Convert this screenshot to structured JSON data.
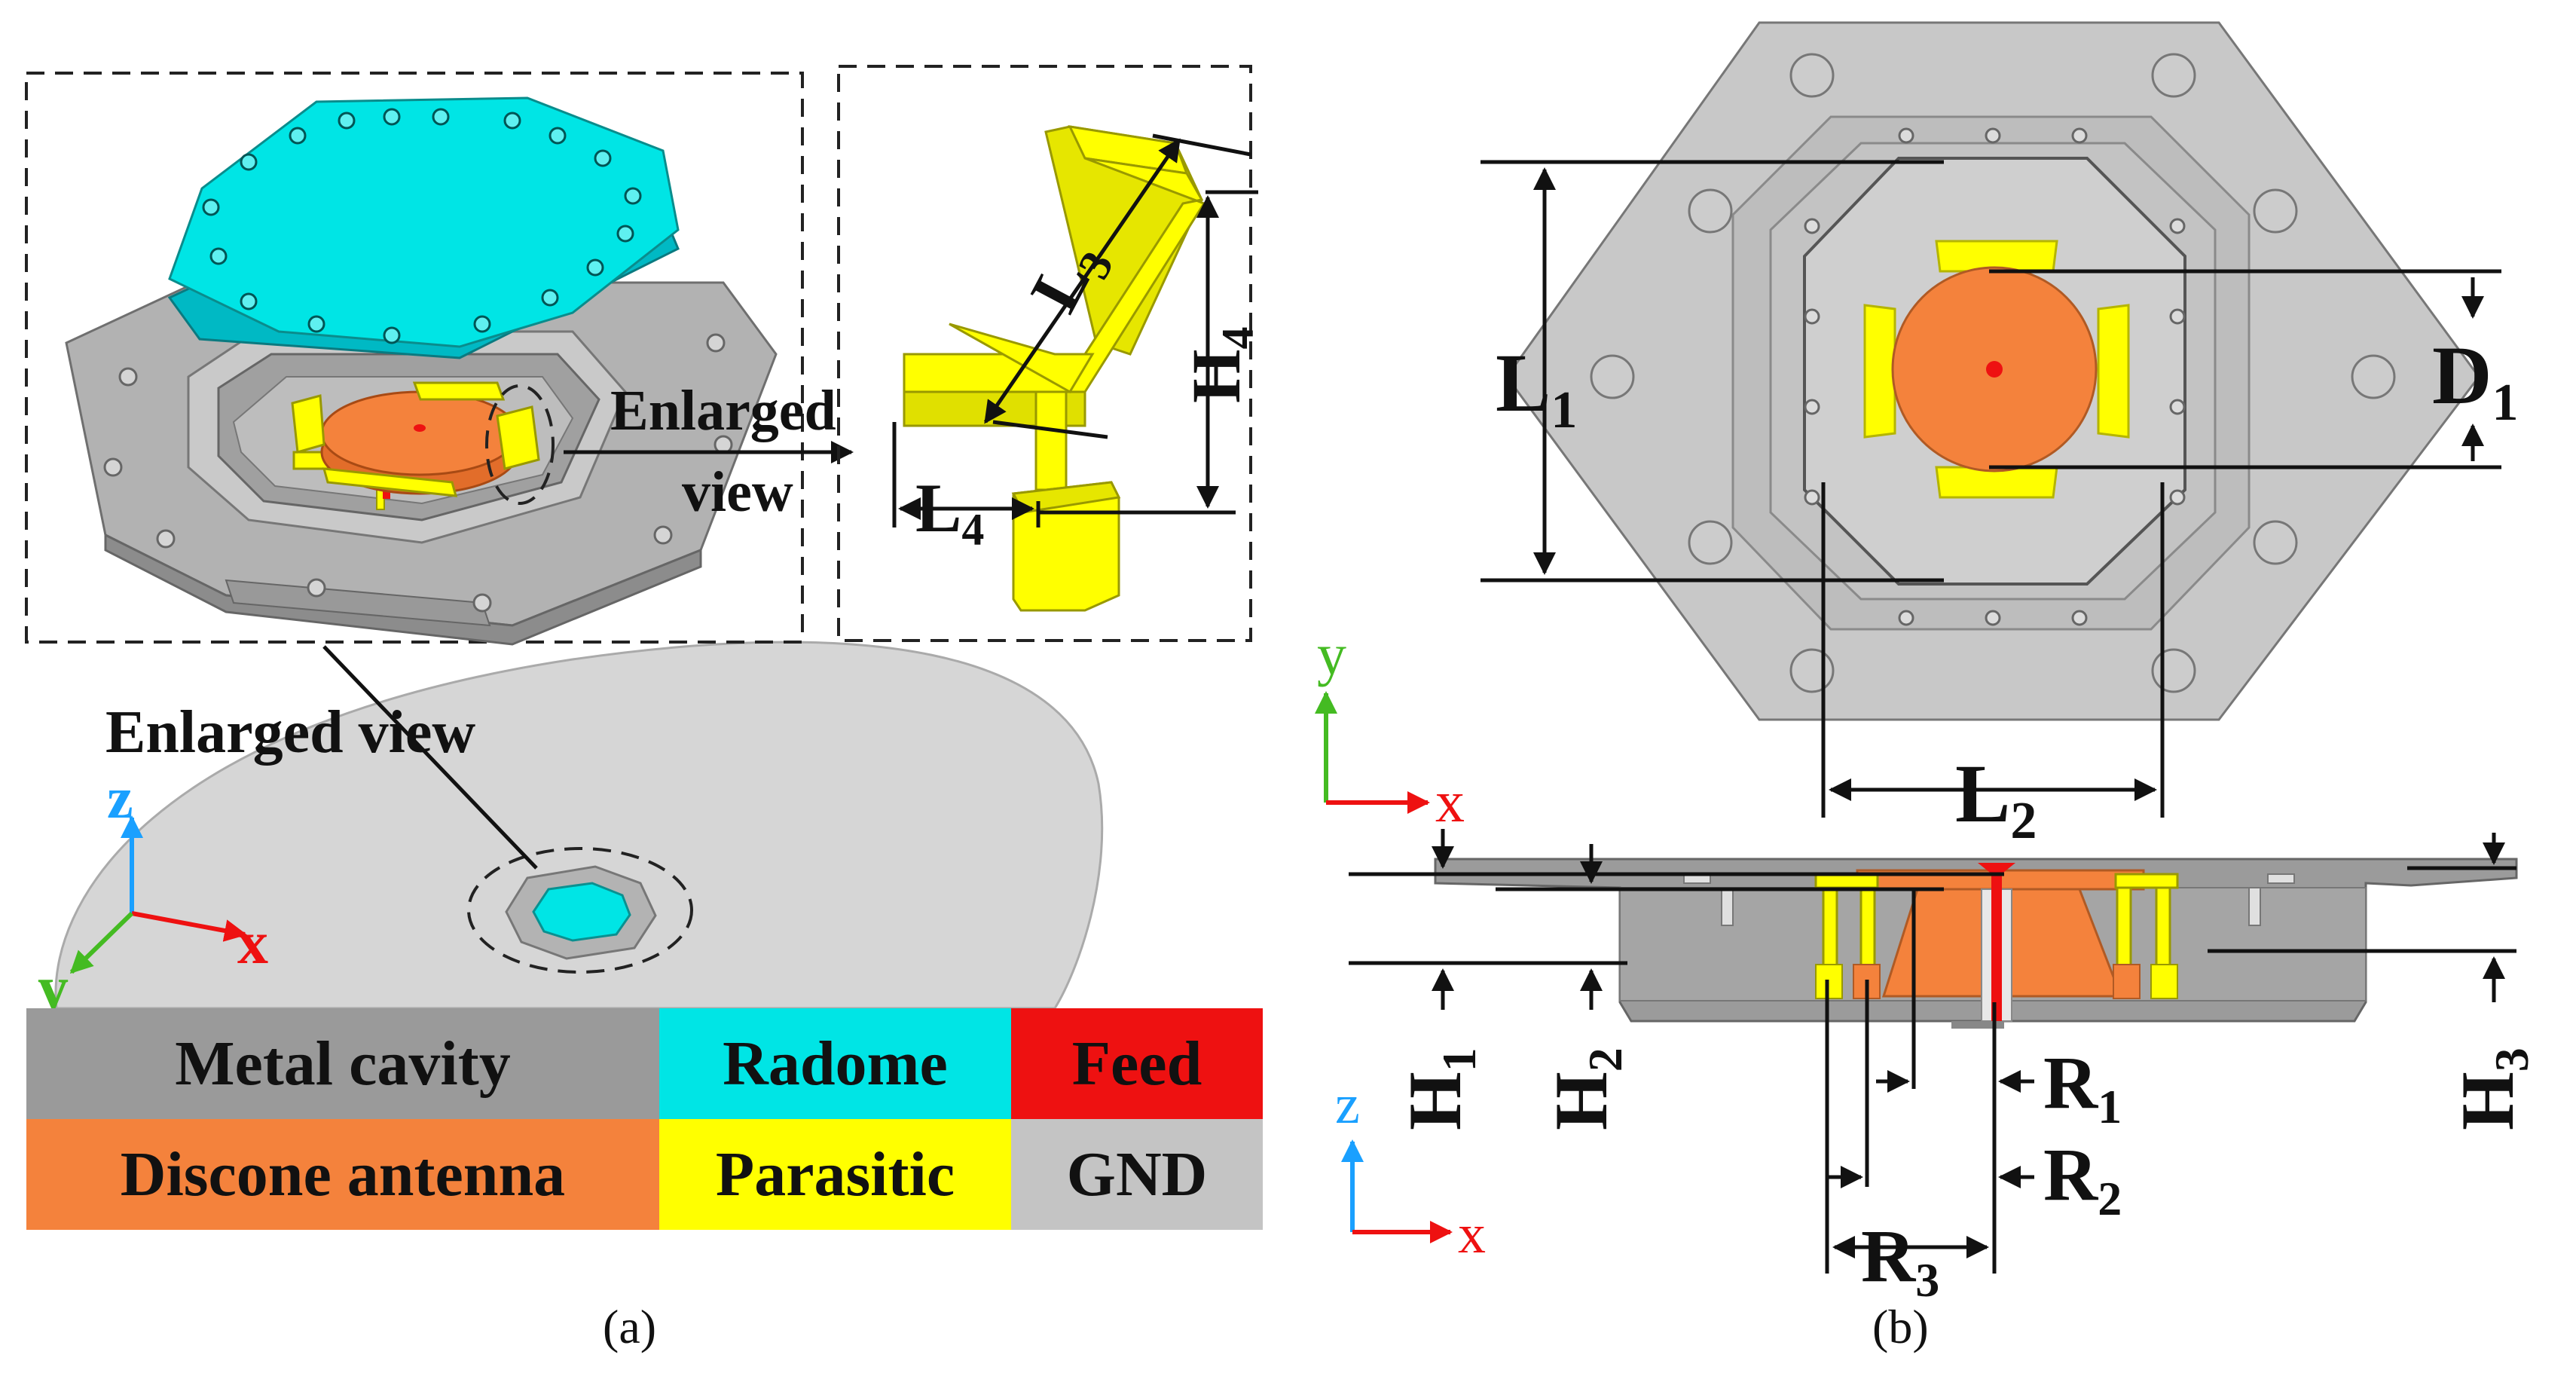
{
  "panel_a": {
    "callout_label_line1": "Enlarged",
    "callout_label_line2": "view",
    "ground_label": "Enlarged view",
    "dims": {
      "L3": {
        "main": "L",
        "sub": "3"
      },
      "H4": {
        "main": "H",
        "sub": "4"
      },
      "L4": {
        "main": "L",
        "sub": "4"
      }
    },
    "axes": {
      "z": "z",
      "x": "x",
      "y": "y"
    },
    "caption": "(a)"
  },
  "legend": [
    {
      "label": "Metal cavity",
      "color": "#9a9a9a"
    },
    {
      "label": "Radome",
      "color": "#00e5e5"
    },
    {
      "label": "Feed",
      "color": "#ee1111"
    },
    {
      "label": "Discone antenna",
      "color": "#f4823c"
    },
    {
      "label": "Parasitic",
      "color": "#ffff00"
    },
    {
      "label": "GND",
      "color": "#c4c4c4"
    }
  ],
  "panel_b": {
    "dims": {
      "L1": {
        "main": "L",
        "sub": "1"
      },
      "D1": {
        "main": "D",
        "sub": "1"
      },
      "L2": {
        "main": "L",
        "sub": "2"
      },
      "H1": {
        "main": "H",
        "sub": "1"
      },
      "H2": {
        "main": "H",
        "sub": "2"
      },
      "H3": {
        "main": "H",
        "sub": "3"
      },
      "R1": {
        "main": "R",
        "sub": "1"
      },
      "R2": {
        "main": "R",
        "sub": "2"
      },
      "R3": {
        "main": "R",
        "sub": "3"
      }
    },
    "top_axes": {
      "y": "y",
      "x": "x"
    },
    "side_axes": {
      "z": "z",
      "x": "x"
    },
    "caption": "(b)"
  },
  "colors": {
    "metal": "#a8a8a8",
    "metal_dark": "#7f7f7f",
    "metal_light": "#cfcfcf",
    "radome": "#00e5e5",
    "feed": "#ee1111",
    "discone": "#f4823c",
    "parasitic": "#ffff00",
    "gnd": "#dadada",
    "axis_z": "#1aa0ff",
    "axis_x": "#ee1111",
    "axis_y": "#44bb22"
  }
}
